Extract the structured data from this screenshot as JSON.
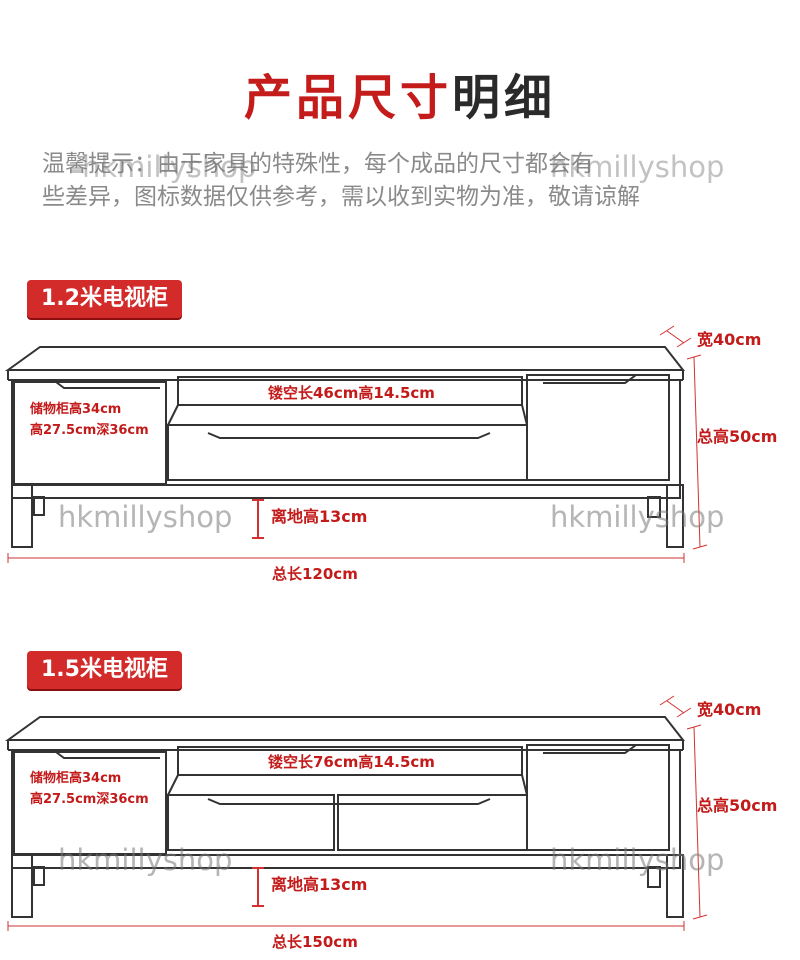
{
  "title": {
    "part1": "产品尺寸",
    "part2": "明细"
  },
  "notice": {
    "line1": "温馨提示：由于家具的特殊性，每个成品的尺寸都会有",
    "line2": "些差异，图标数据仅供参考，需以收到实物为准，敬请谅解"
  },
  "watermark": "hkmillyshop",
  "cabinets": [
    {
      "badge": "1.2米电视柜",
      "width_label": "宽40cm",
      "height_label": "总高50cm",
      "hollow_label": "镂空长46cm高14.5cm",
      "storage_line1": "储物柜高34cm",
      "storage_line2": "高27.5cm深36cm",
      "clearance_label": "离地高13cm",
      "length_label": "总长120cm"
    },
    {
      "badge": "1.5米电视柜",
      "width_label": "宽40cm",
      "height_label": "总高50cm",
      "hollow_label": "镂空长76cm高14.5cm",
      "storage_line1": "储物柜高34cm",
      "storage_line2": "高27.5cm深36cm",
      "clearance_label": "离地高13cm",
      "length_label": "总长150cm"
    }
  ],
  "colors": {
    "accent": "#c41b1b",
    "badge_bg": "#d32a2a",
    "line": "#333333"
  }
}
